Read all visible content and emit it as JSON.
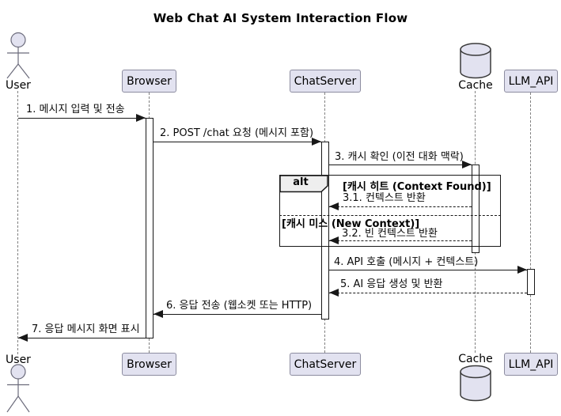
{
  "title": "Web Chat AI System Interaction Flow",
  "participants": {
    "user": {
      "label": "User",
      "kind": "actor"
    },
    "browser": {
      "label": "Browser",
      "kind": "participant"
    },
    "chatserver": {
      "label": "ChatServer",
      "kind": "participant"
    },
    "cache": {
      "label": "Cache",
      "kind": "database"
    },
    "llm_api": {
      "label": "LLM_API",
      "kind": "participant"
    }
  },
  "messages": [
    {
      "seq": "1",
      "text": "1. 메시지 입력 및 전송",
      "from": "User",
      "to": "Browser",
      "line": "solid",
      "direction": "right"
    },
    {
      "seq": "2",
      "text": "2. POST /chat 요청 (메시지 포함)",
      "from": "Browser",
      "to": "ChatServer",
      "line": "solid",
      "direction": "right"
    },
    {
      "seq": "3",
      "text": "3. 캐시 확인 (이전 대화 맥락)",
      "from": "ChatServer",
      "to": "Cache",
      "line": "solid",
      "direction": "right"
    },
    {
      "seq": "3.1",
      "text": "3.1. 컨텍스트 반환",
      "from": "Cache",
      "to": "ChatServer",
      "line": "dashed",
      "direction": "left"
    },
    {
      "seq": "3.2",
      "text": "3.2. 빈 컨텍스트 반환",
      "from": "Cache",
      "to": "ChatServer",
      "line": "dashed",
      "direction": "left"
    },
    {
      "seq": "4",
      "text": "4. API 호출 (메시지 + 컨텍스트)",
      "from": "ChatServer",
      "to": "LLM_API",
      "line": "solid",
      "direction": "right"
    },
    {
      "seq": "5",
      "text": "5. AI 응답 생성 및 반환",
      "from": "LLM_API",
      "to": "ChatServer",
      "line": "dashed",
      "direction": "left"
    },
    {
      "seq": "6",
      "text": "6. 응답 전송 (웹소켓 또는 HTTP)",
      "from": "ChatServer",
      "to": "Browser",
      "line": "solid",
      "direction": "left"
    },
    {
      "seq": "7",
      "text": "7. 응답 메시지 화면 표시",
      "from": "Browser",
      "to": "User",
      "line": "solid",
      "direction": "left"
    }
  ],
  "alt_fragment": {
    "operator": "alt",
    "guards": [
      "[캐시 히트 (Context Found)]",
      "[캐시 미스 (New Context)]"
    ]
  },
  "colors": {
    "background": "#FFFFFF",
    "participant_fill": "#E2E2F0",
    "participant_border": "#8C8CA0",
    "lifeline": "#808080",
    "message_line": "#181818",
    "fragment_border": "#181818",
    "fragment_label_fill": "#EEEEEE",
    "text": "#000000"
  }
}
